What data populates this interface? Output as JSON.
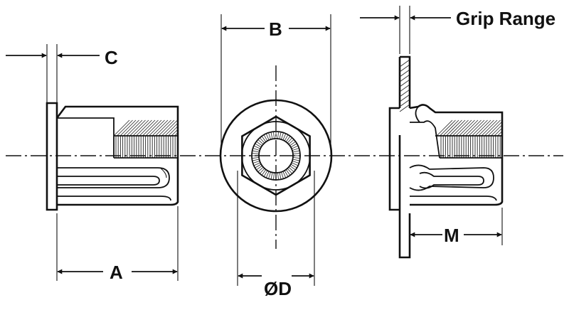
{
  "labels": {
    "a": "A",
    "b": "B",
    "c": "C",
    "d": "ØD",
    "m": "M",
    "grip_range": "Grip Range"
  }
}
